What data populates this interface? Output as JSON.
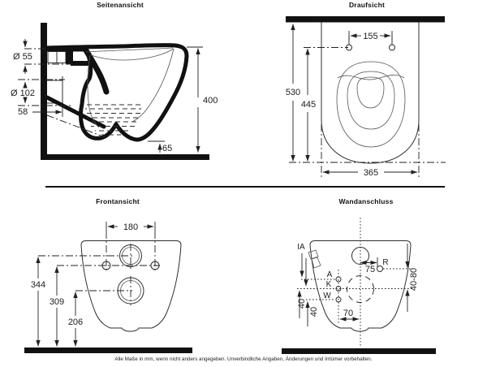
{
  "views": {
    "side": {
      "title": "Seitenansicht",
      "dims": {
        "inlet_diameter": "Ø 55",
        "outlet_diameter": "Ø 102",
        "outlet_stub_length": "58",
        "total_height": "400",
        "bottom_clearance": "65"
      }
    },
    "top": {
      "title": "Draufsicht",
      "dims": {
        "fixing_hole_spacing": "155",
        "total_depth": "530",
        "seat_depth": "445",
        "width": "365"
      }
    },
    "front": {
      "title": "Frontansicht",
      "dims": {
        "fixing_hole_spacing": "180",
        "inlet_axis_height": "344",
        "fixing_hole_height": "309",
        "outlet_axis_height": "206"
      }
    },
    "wall": {
      "title": "Wandanschluss",
      "labels": {
        "ia": "IA",
        "a": "A",
        "k": "K",
        "w": "W",
        "r": "R"
      },
      "dims": {
        "r_offset": "75",
        "r_height_range": "40-80",
        "a_to_k": "40",
        "k_to_w": "40",
        "axis_offset": "70"
      }
    }
  },
  "footer": {
    "note": "Alle Maße in mm, wenn nicht anders angegeben. Unverbindliche Angaben, Änderungen und Irrtümer vorbehalten."
  },
  "colors": {
    "ink": "#111111",
    "line": "#2e2e2e"
  }
}
